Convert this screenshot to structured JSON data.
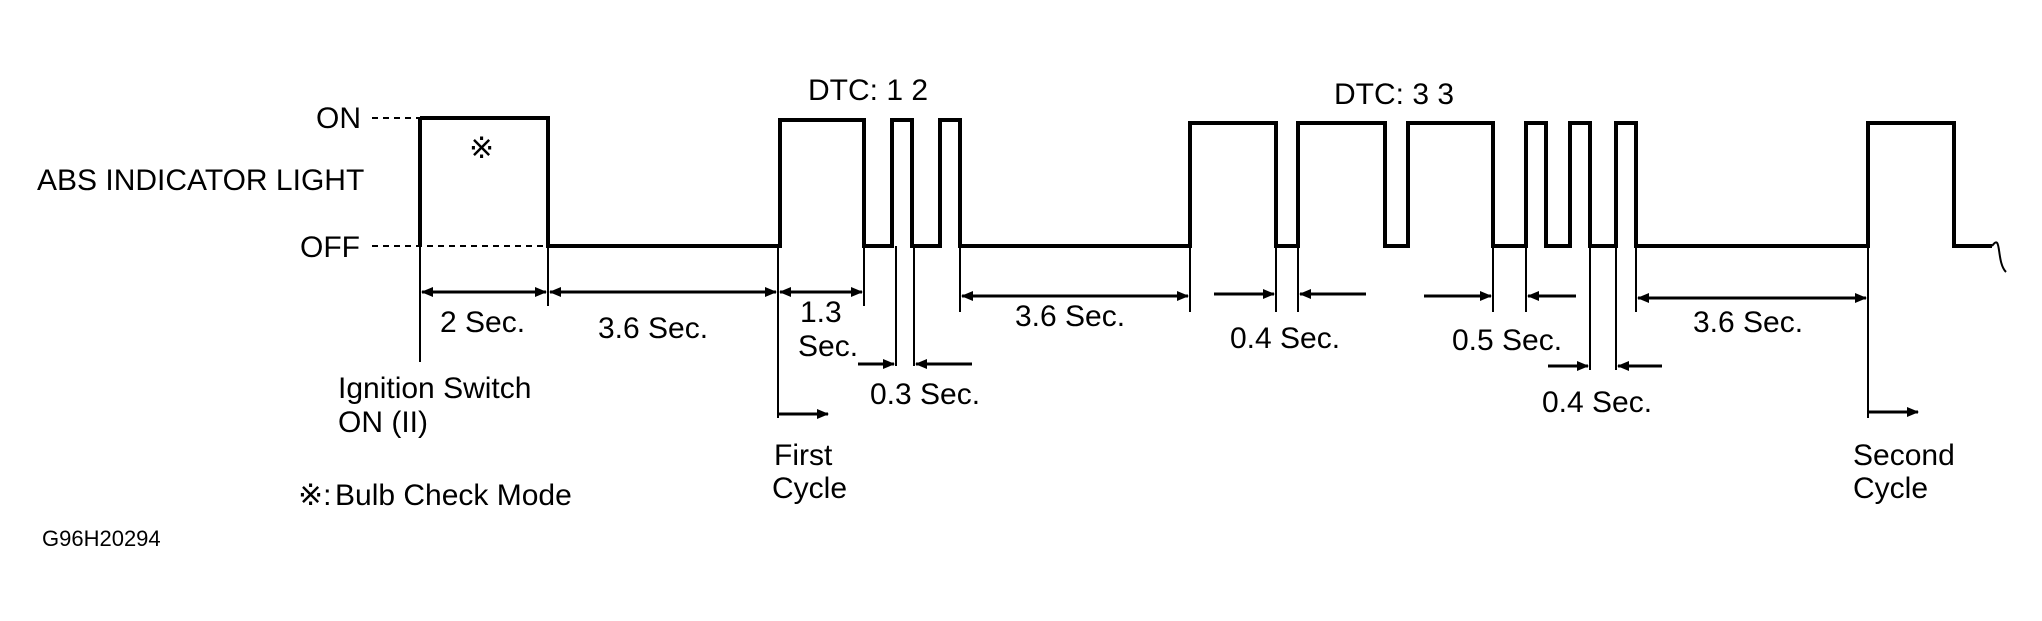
{
  "signal": {
    "name": "ABS INDICATOR LIGHT",
    "on_label": "ON",
    "off_label": "OFF"
  },
  "dtc_labels": [
    "DTC: 1 2",
    "DTC: 3 3"
  ],
  "durations": {
    "bulb_check": "2 Sec.",
    "pause_before_first": "3.6 Sec.",
    "long_pulse_line1": "1.3",
    "long_pulse_line2": "Sec.",
    "short_pulse": "0.3 Sec.",
    "pause_between_codes": "3.6 Sec.",
    "gap_a": "0.4 Sec.",
    "gap_b": "0.5 Sec.",
    "gap_c": "0.4 Sec.",
    "pause_before_second": "3.6 Sec."
  },
  "markers": {
    "ignition_line1": "Ignition Switch",
    "ignition_line2": "ON  (II)",
    "first_cycle_line1": "First",
    "first_cycle_line2": "Cycle",
    "second_cycle_line1": "Second",
    "second_cycle_line2": "Cycle"
  },
  "bulb_check_symbol": "※",
  "legend": {
    "symbol": "※:",
    "text": "Bulb Check  Mode"
  },
  "figure_id": "G96H20294"
}
